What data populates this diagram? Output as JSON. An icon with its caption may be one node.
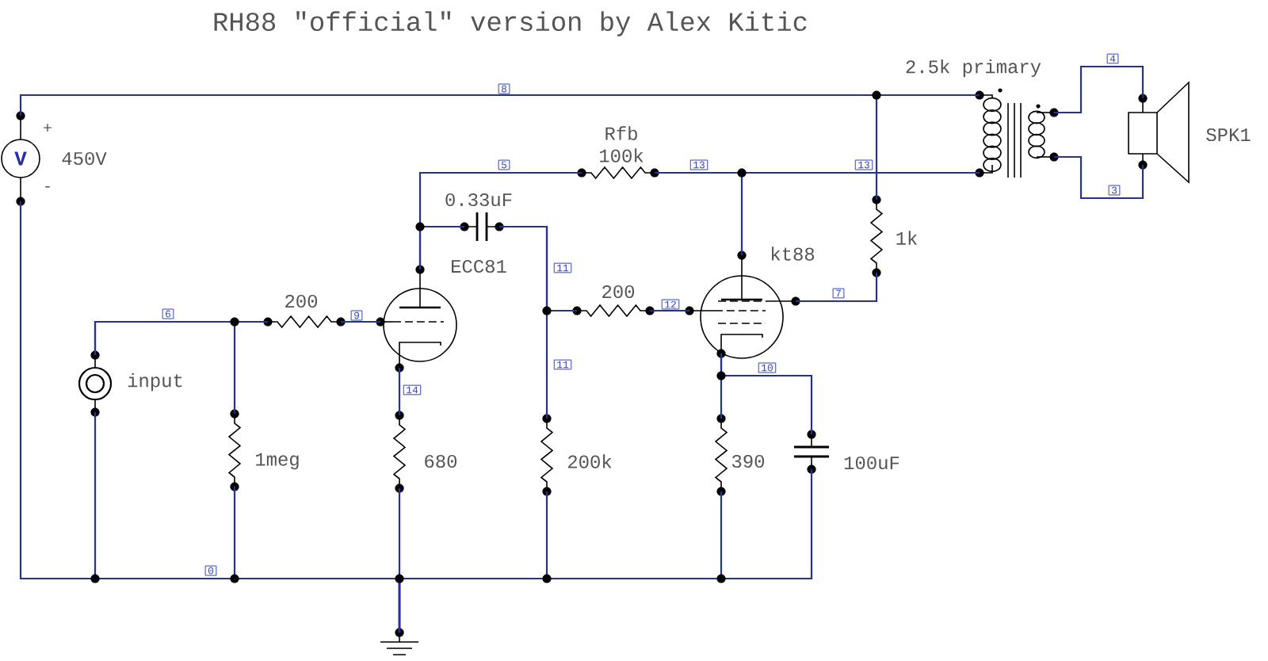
{
  "diagram": {
    "title": "RH88 \"official\" version by Alex Kitic",
    "nodes": [
      {
        "text": [
          "V"
        ],
        "beside": [
          "+",
          "-",
          "450V"
        ]
      },
      {
        "text": [],
        "shape": "transformer",
        "beside": [
          "2.5k primary"
        ]
      },
      {
        "text": [],
        "shape": "speaker",
        "beside": [
          "SPK1"
        ]
      },
      {
        "text": [],
        "shape": "resistor",
        "beside": [
          "Rfb",
          "100k"
        ]
      },
      {
        "text": [],
        "shape": "capacitor",
        "beside": [
          "0.33uF"
        ]
      },
      {
        "text": [],
        "shape": "tube",
        "beside": [
          "ECC81"
        ]
      },
      {
        "text": [],
        "shape": "resistor",
        "beside": [
          "1k"
        ]
      },
      {
        "text": [],
        "shape": "tube",
        "beside": [
          "kt88"
        ]
      },
      {
        "text": [],
        "shape": "jack",
        "beside": [
          "input"
        ]
      },
      {
        "text": [],
        "shape": "resistor",
        "beside": [
          "200"
        ]
      },
      {
        "text": [],
        "shape": "resistor",
        "beside": [
          "200"
        ]
      },
      {
        "text": [],
        "shape": "resistor",
        "beside": [
          "1meg"
        ]
      },
      {
        "text": [],
        "shape": "resistor",
        "beside": [
          "680"
        ]
      },
      {
        "text": [],
        "shape": "resistor",
        "beside": [
          "200k"
        ]
      },
      {
        "text": [],
        "shape": "resistor",
        "beside": [
          "390"
        ]
      },
      {
        "text": [],
        "shape": "capacitor",
        "beside": [
          "100uF"
        ]
      },
      {
        "text": [],
        "shape": "ground"
      }
    ],
    "edges": [
      {
        "from": 0,
        "to": 1,
        "arrow": "none"
      },
      {
        "from": 6,
        "to": 1,
        "arrow": "none"
      },
      {
        "from": 1,
        "to": 2,
        "arrow": "none"
      },
      {
        "from": 1,
        "to": 2,
        "arrow": "none"
      },
      {
        "from": 5,
        "to": 3,
        "arrow": "none"
      },
      {
        "from": 5,
        "to": 4,
        "arrow": "none"
      },
      {
        "from": 3,
        "to": 1,
        "arrow": "none"
      },
      {
        "from": 7,
        "to": 1,
        "arrow": "none"
      },
      {
        "from": 7,
        "to": 6,
        "arrow": "none"
      },
      {
        "from": 4,
        "to": 10,
        "arrow": "none"
      },
      {
        "from": 4,
        "to": 13,
        "arrow": "none"
      },
      {
        "from": 8,
        "to": 9,
        "arrow": "none"
      },
      {
        "from": 8,
        "to": 11,
        "arrow": "none"
      },
      {
        "from": 9,
        "to": 5,
        "arrow": "none"
      },
      {
        "from": 10,
        "to": 7,
        "arrow": "none"
      },
      {
        "from": 5,
        "to": 12,
        "arrow": "none"
      },
      {
        "from": 7,
        "to": 14,
        "arrow": "none"
      },
      {
        "from": 7,
        "to": 15,
        "arrow": "none"
      },
      {
        "from": 12,
        "to": 16,
        "arrow": "none"
      },
      {
        "from": 0,
        "to": 16,
        "arrow": "none"
      },
      {
        "from": 8,
        "to": 16,
        "arrow": "none"
      },
      {
        "from": 11,
        "to": 16,
        "arrow": "none"
      },
      {
        "from": 13,
        "to": 16,
        "arrow": "none"
      },
      {
        "from": 14,
        "to": 16,
        "arrow": "none"
      },
      {
        "from": 15,
        "to": 16,
        "arrow": "none"
      }
    ],
    "labels": [
      "8",
      "4",
      "5",
      "13",
      "13",
      "3",
      "11",
      "7",
      "6",
      "9",
      "12",
      "11",
      "14",
      "10",
      "0"
    ]
  }
}
